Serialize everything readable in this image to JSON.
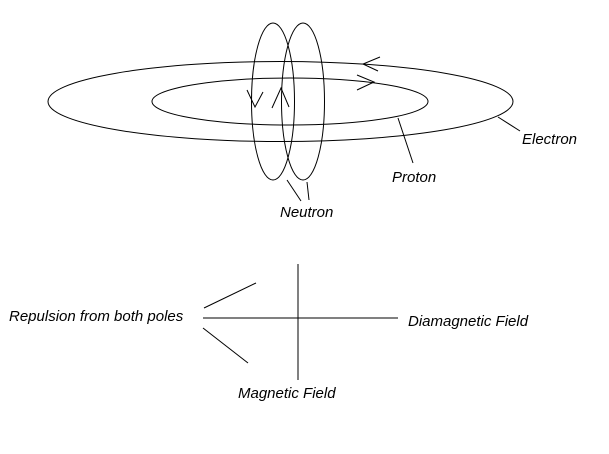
{
  "page": {
    "background": "#ffffff",
    "line_color": "#000000",
    "text_color": "#000000"
  },
  "atom_diagram": {
    "electron_label": "Electron",
    "proton_label": "Proton",
    "neutron_label": "Neutron"
  },
  "field_diagram": {
    "repulsion_label": "Repulsion from both poles",
    "diamagnetic_label": "Diamagnetic Field",
    "magnetic_label": "Magnetic Field"
  }
}
